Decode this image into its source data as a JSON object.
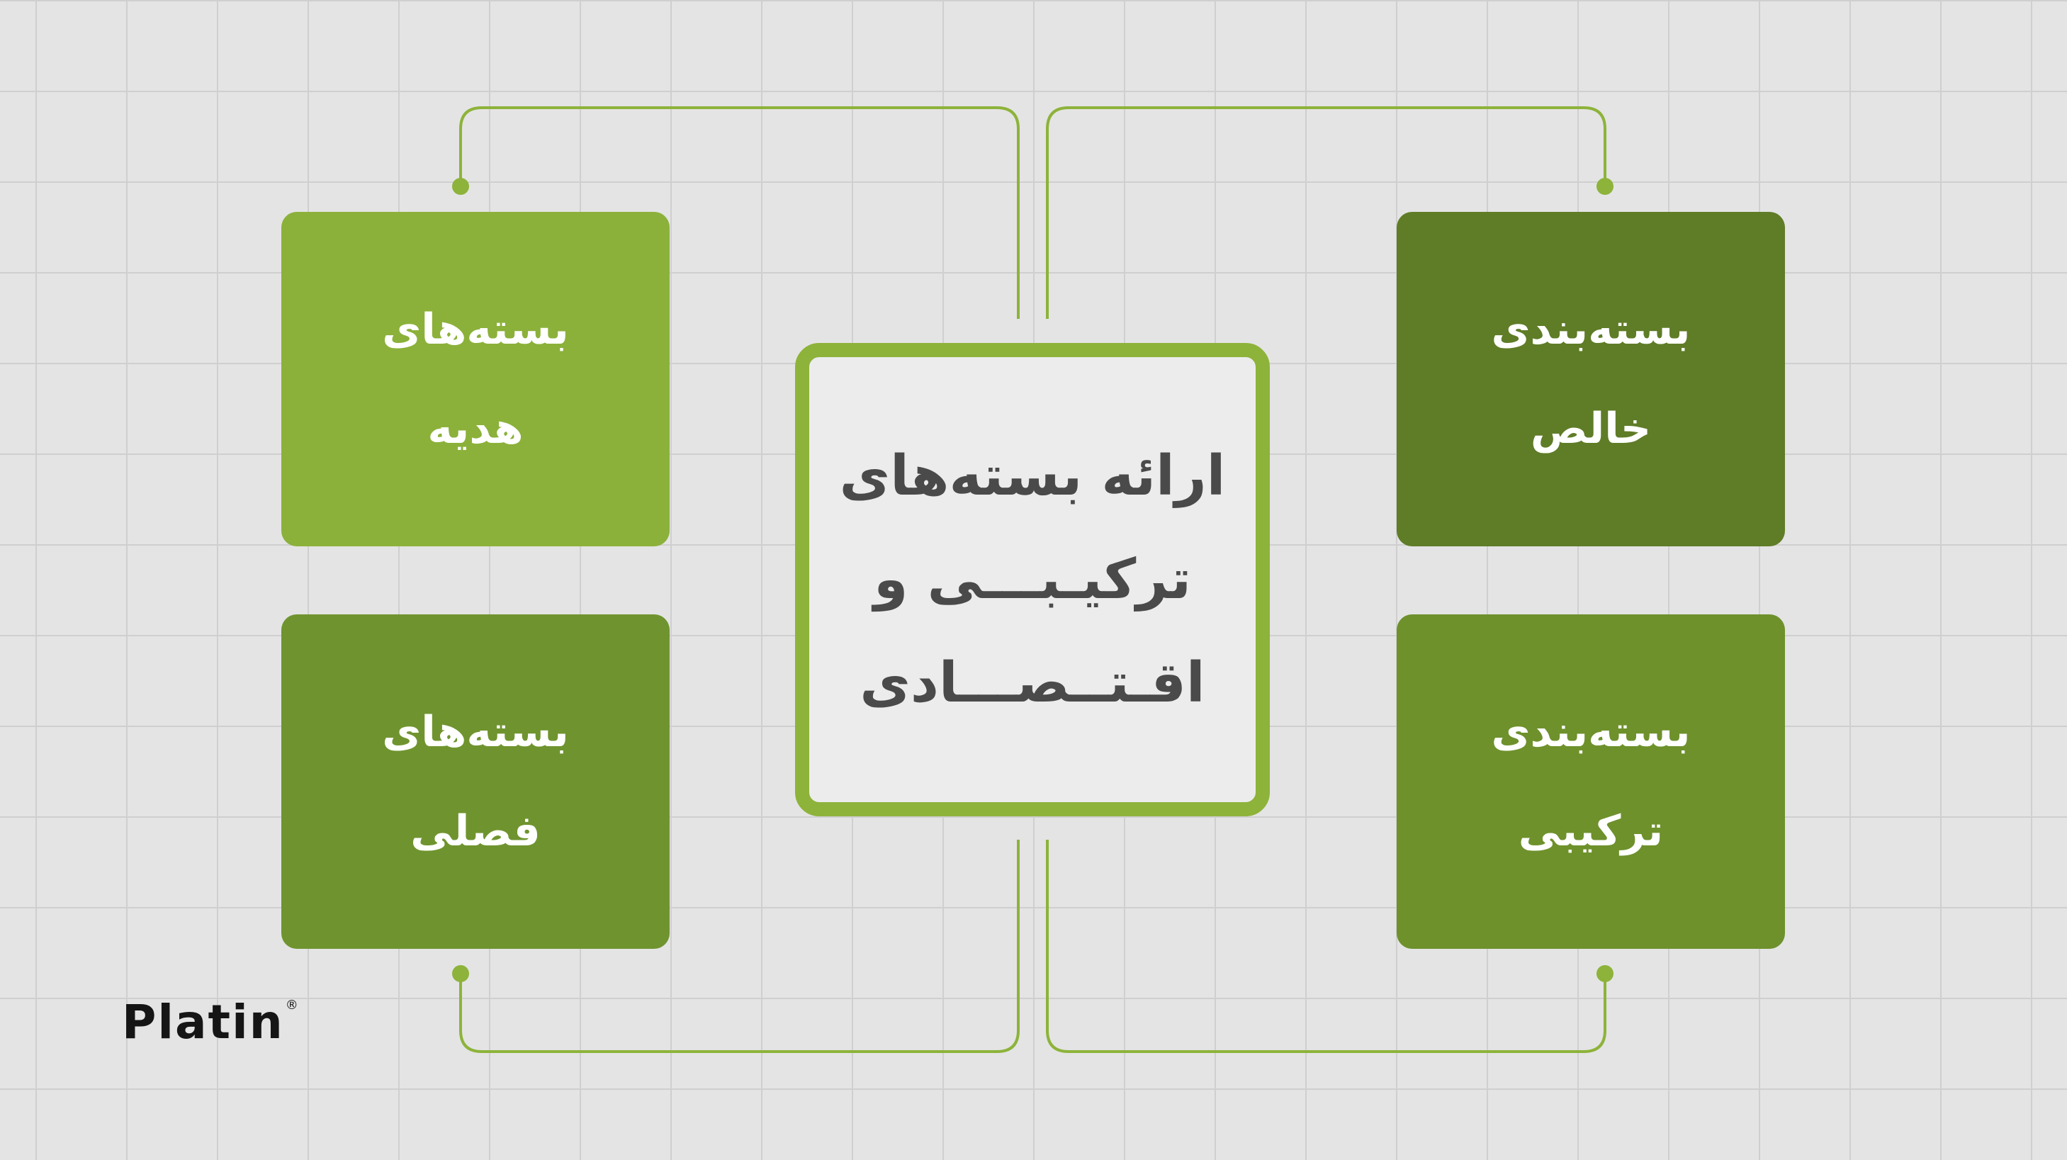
{
  "center": {
    "lines": [
      "ارائه بسته‌های",
      "ترکیـبـــی و",
      "اقـتــصـــادی"
    ]
  },
  "boxes": {
    "top_left": {
      "lines": [
        "بسته‌های",
        "هدیه"
      ],
      "color": "#8bb13a"
    },
    "bottom_left": {
      "lines": [
        "بسته‌های",
        "فصلی"
      ],
      "color": "#6f942f"
    },
    "top_right": {
      "lines": [
        "بسته‌بندی",
        "خالص"
      ],
      "color": "#5f7c27"
    },
    "bottom_right": {
      "lines": [
        "بسته‌بندی",
        "ترکیبی"
      ],
      "color": "#6e912c"
    }
  },
  "colors": {
    "background": "#e4e4e4",
    "grid": "#cfcfcf",
    "accent": "#8db33a",
    "center_fill": "#ececec",
    "center_text": "#4a4a4a"
  },
  "logo": {
    "text": "Platin",
    "mark": "®"
  }
}
